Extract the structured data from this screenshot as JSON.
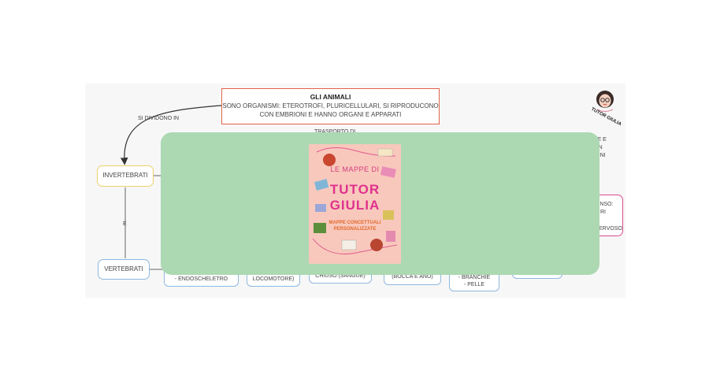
{
  "root": {
    "title": "GLI ANIMALI",
    "line1": "SONO ORGANISMI: ETEROTROFI, PLURICELLULARI, SI RIPRODUCONO",
    "line2": "CON EMBRIONI E HANNO ORGANI E APPARATI"
  },
  "edges": {
    "divide": "SI DIVIDONO IN",
    "and": "E"
  },
  "nodes": {
    "invertebrati": "INVERTEBRATI",
    "vertebrati": "VERTEBRATI"
  },
  "fragments": {
    "trasporto": "TRASPORTO DI",
    "right1": "ONE E",
    "right2": "ZION",
    "right3": "IZIONI",
    "senso": "SENSO:",
    "ri": "RI",
    "nervoso": "ERVOSO"
  },
  "vert_boxes": {
    "b1": "- ENDOSCHELETRO",
    "b2": "LOCOMOTORE)",
    "b3": "CHIUSO (SANGUE)",
    "b4": "(BOCCA E ANO)",
    "b5a": "- BRANCHIE",
    "b5b": "- PELLE"
  },
  "brand": {
    "name": "TUTOR GIULIA"
  },
  "cover": {
    "top": "LE MAPPE DI",
    "title1": "TUTOR",
    "title2": "GIULIA",
    "sub1": "MAPPE CONCETTUALI",
    "sub2": "PERSONALIZZATE"
  },
  "colors": {
    "root_border": "#e2624c",
    "invertebrati_border": "#ecd06a",
    "vertebrati_border": "#8fb8e0",
    "overlay": "#acd8b2",
    "cover_bg": "#f8c8bc",
    "accent_pink": "#d94b8c"
  }
}
